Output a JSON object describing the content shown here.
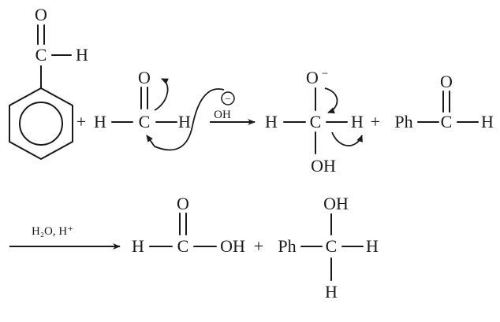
{
  "atoms": {
    "O": "O",
    "C": "C",
    "H": "H",
    "OH": "OH",
    "Ph": "Ph",
    "O_anion": "O",
    "minus": "−",
    "plus": "+",
    "hydroxide": "OH",
    "ominus": "−"
  },
  "conditions": {
    "step2_reagents": "H₂O, H⁺"
  },
  "colors": {
    "ink": "#1a1a1a",
    "background": "#ffffff"
  }
}
